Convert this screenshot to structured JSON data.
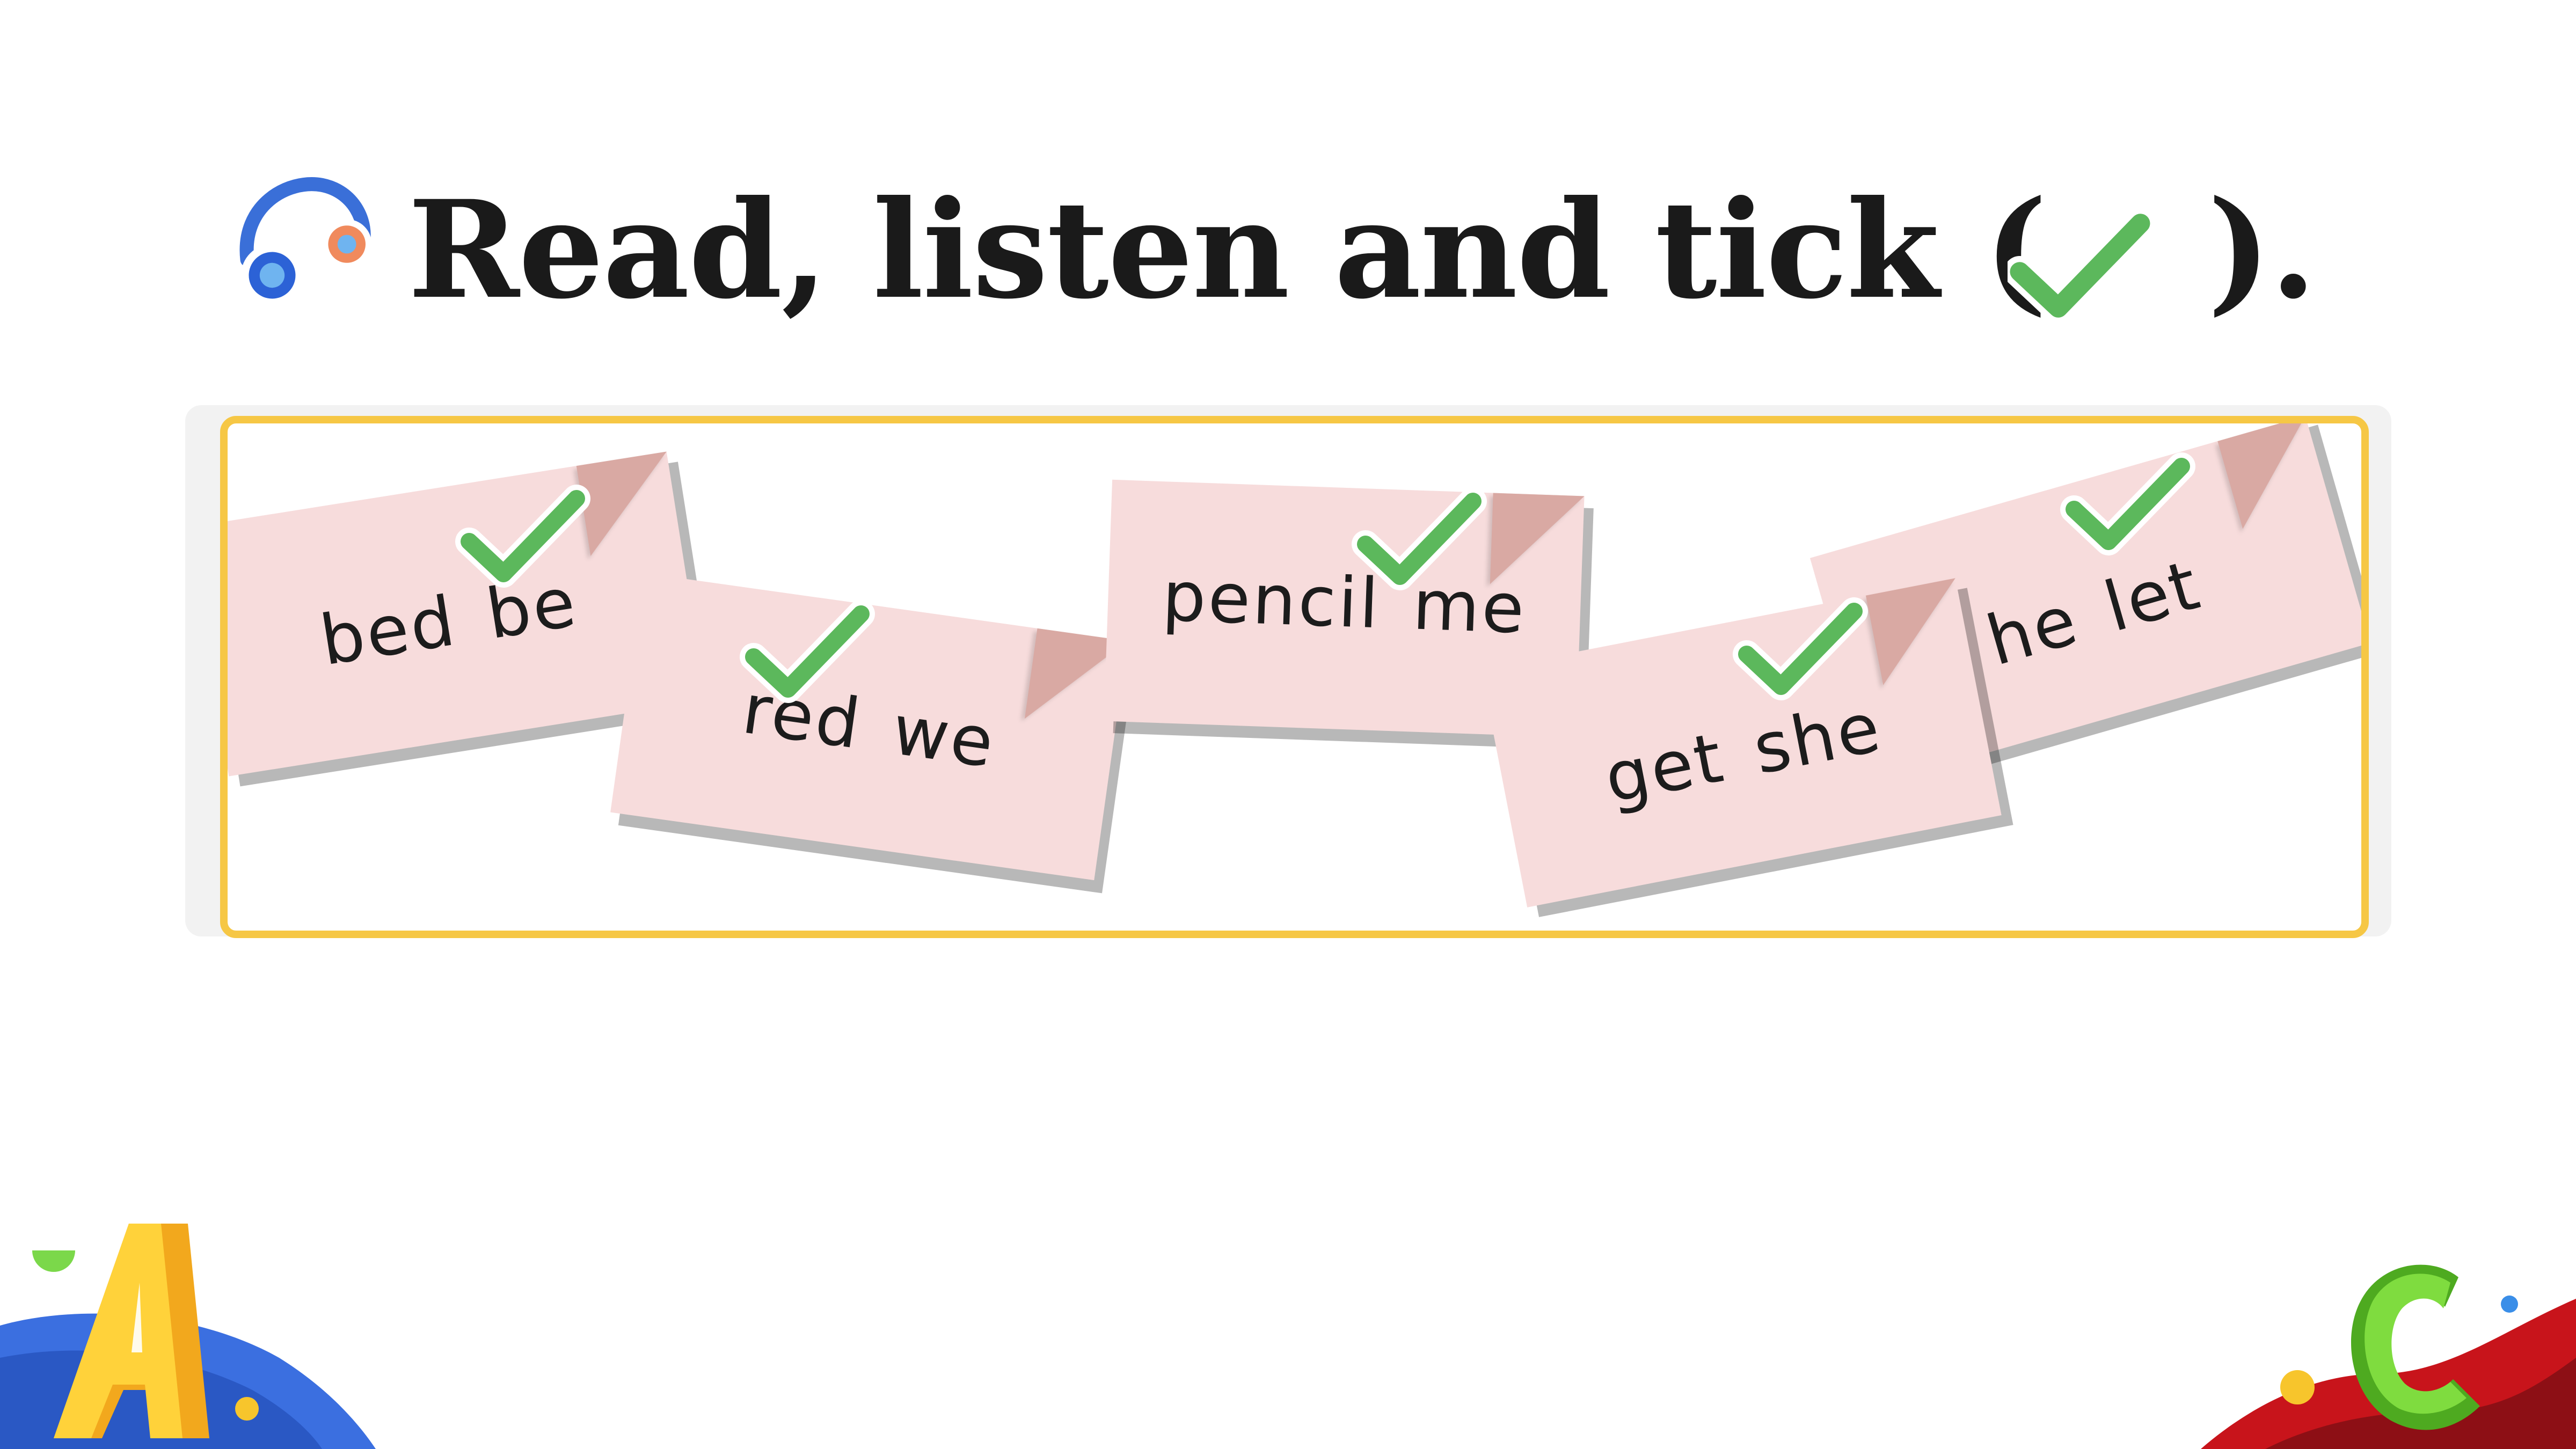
{
  "title": {
    "text_before": "Read, listen and tick (",
    "text_after": ").",
    "icon": "headphones-icon",
    "tick_icon": "check-icon"
  },
  "notes": [
    {
      "word1": "bed",
      "word2": "be",
      "checked": true
    },
    {
      "word1": "red",
      "word2": "we",
      "checked": true
    },
    {
      "word1": "pencil",
      "word2": "me",
      "checked": true
    },
    {
      "word1": "get",
      "word2": "she",
      "checked": true
    },
    {
      "word1": "he",
      "word2": "let",
      "checked": true
    }
  ],
  "colors": {
    "frame": "#f6c745",
    "note": "#f7dcdc",
    "check": "#5cb85c",
    "text": "#1a1a1a"
  }
}
